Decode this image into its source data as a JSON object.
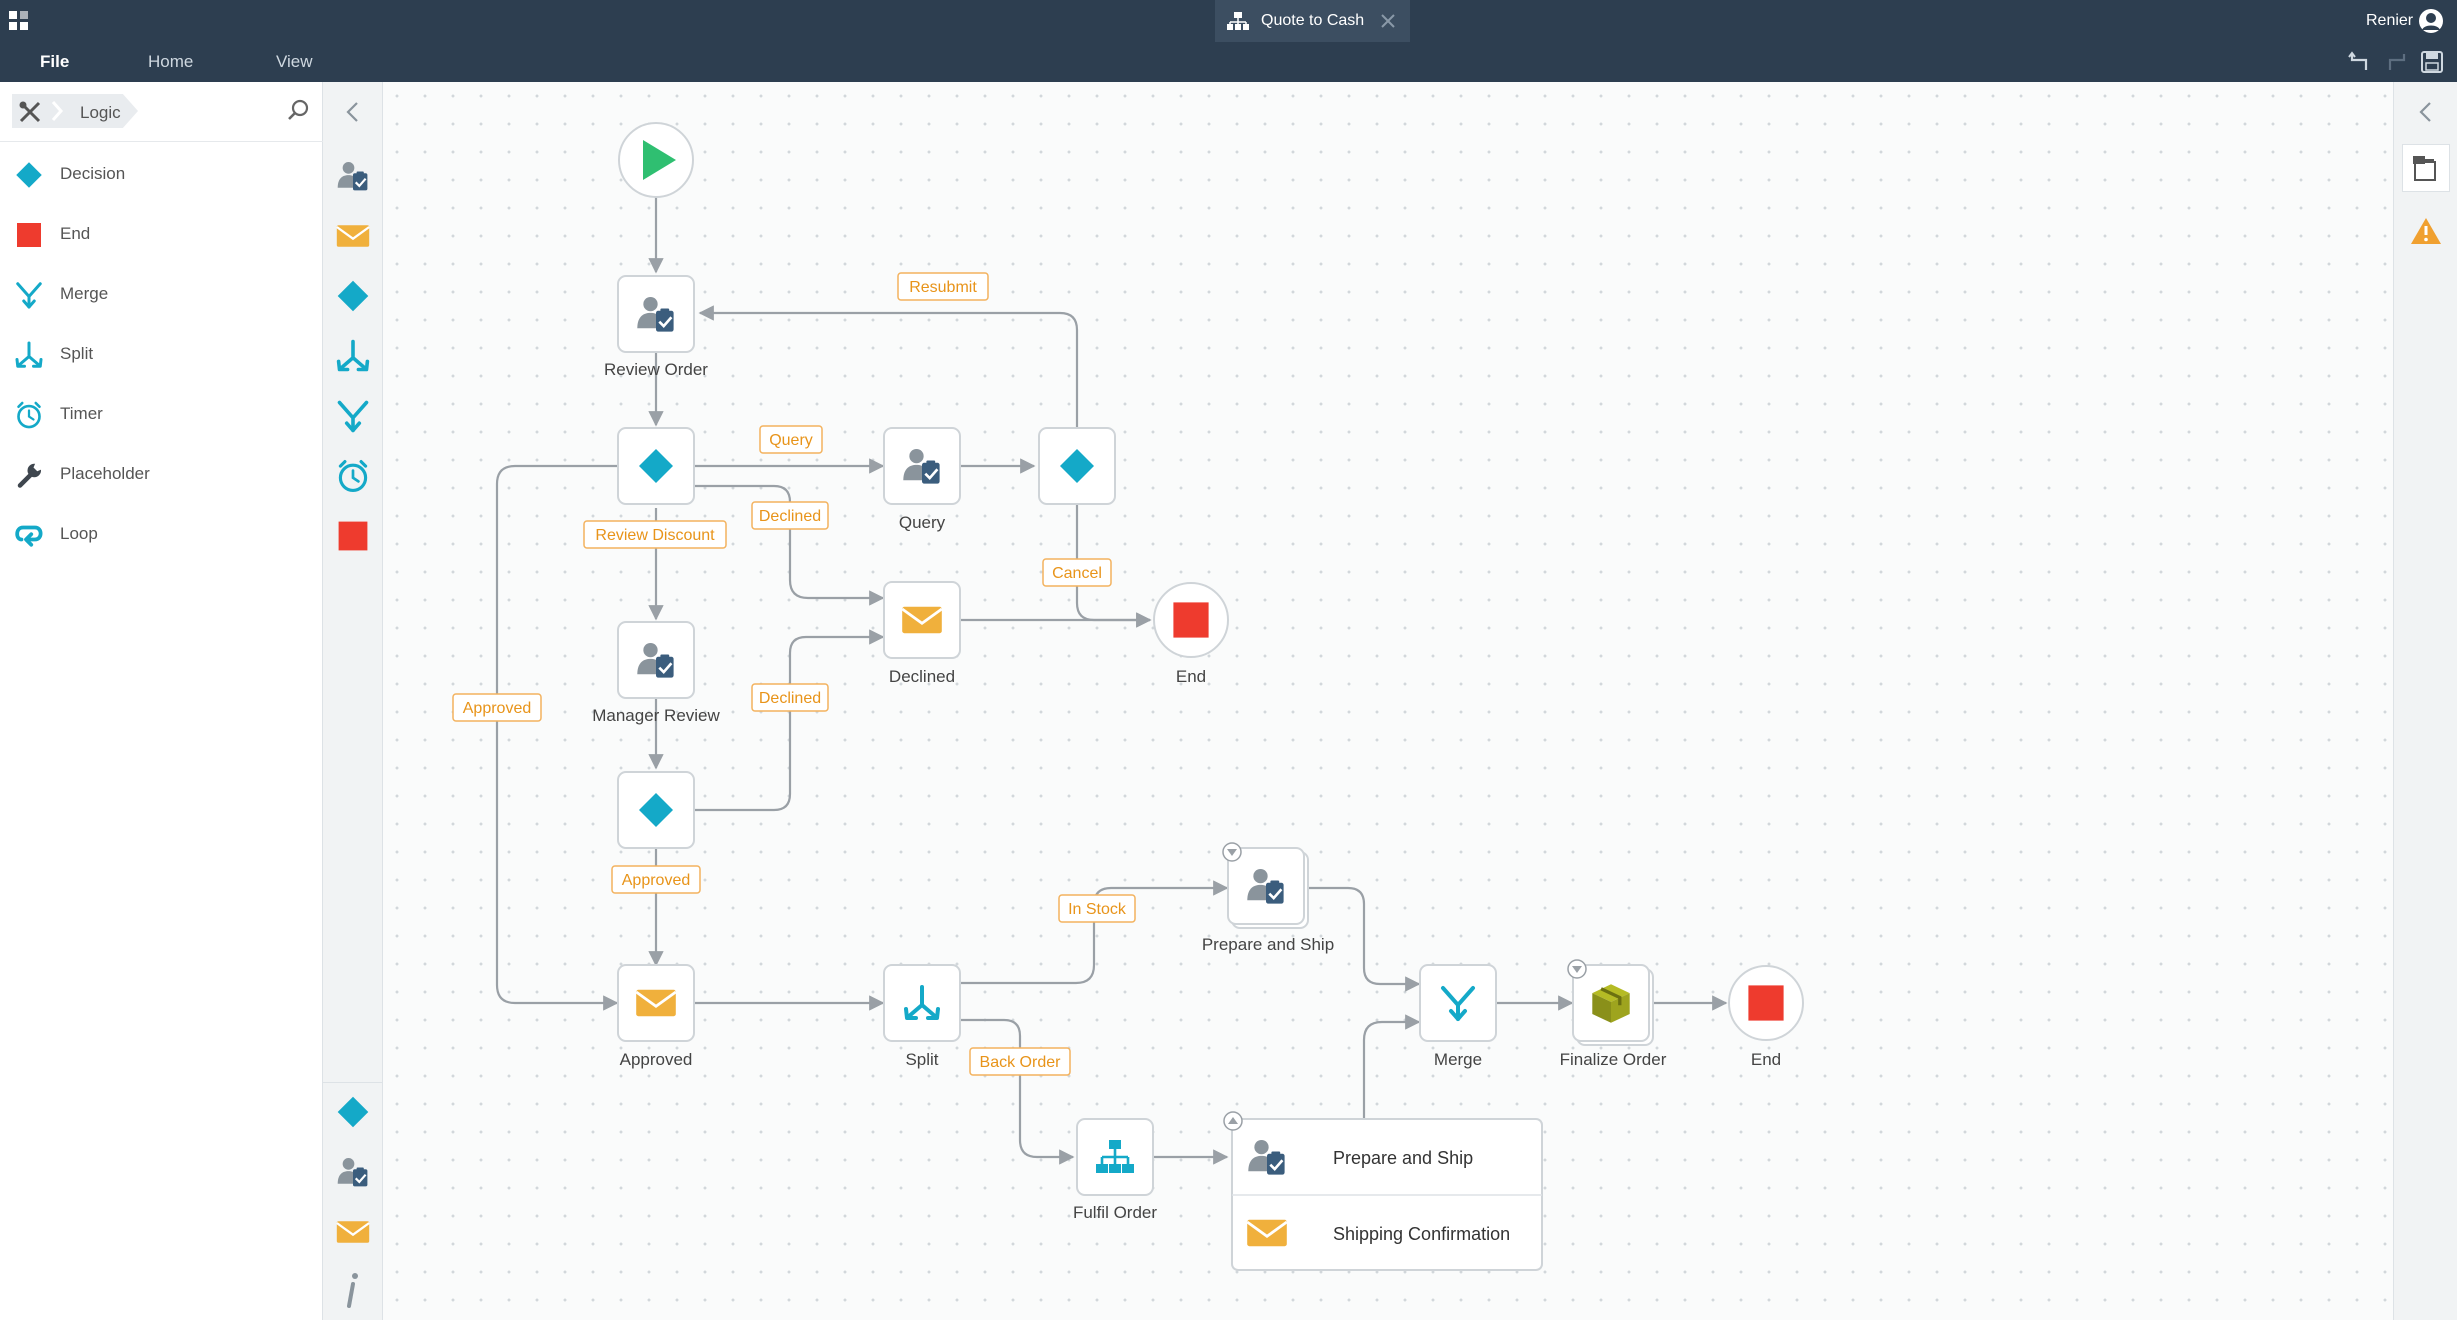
{
  "window": {
    "tab_title": "Quote to Cash",
    "user_name": "Renier"
  },
  "menu": {
    "file": "File",
    "home": "Home",
    "view": "View"
  },
  "toolbox": {
    "category": "Logic",
    "items": [
      {
        "label": "Decision"
      },
      {
        "label": "End"
      },
      {
        "label": "Merge"
      },
      {
        "label": "Split"
      },
      {
        "label": "Timer"
      },
      {
        "label": "Placeholder"
      },
      {
        "label": "Loop"
      }
    ]
  },
  "colors": {
    "topbar": "#2d3e50",
    "accent": "#f0a030",
    "decision": "#14a9c8",
    "end": "#ee3b2e",
    "start": "#2fbf71"
  },
  "workflow": {
    "nodes": {
      "review_order": "Review Order",
      "query": "Query",
      "declined": "Declined",
      "end_top": "End",
      "manager_review": "Manager Review",
      "approved": "Approved",
      "split": "Split",
      "prepare_ship_top": "Prepare and Ship",
      "merge": "Merge",
      "finalize_order": "Finalize Order",
      "end_bottom": "End",
      "fulfil_order": "Fulfil Order"
    },
    "group": {
      "row1": "Prepare and Ship",
      "row2": "Shipping Confirmation"
    },
    "edge_labels": {
      "resubmit": "Resubmit",
      "query": "Query",
      "declined_1": "Declined",
      "review_discount": "Review Discount",
      "cancel": "Cancel",
      "declined_2": "Declined",
      "approved_left": "Approved",
      "approved_mid": "Approved",
      "in_stock": "In Stock",
      "back_order": "Back Order"
    }
  }
}
